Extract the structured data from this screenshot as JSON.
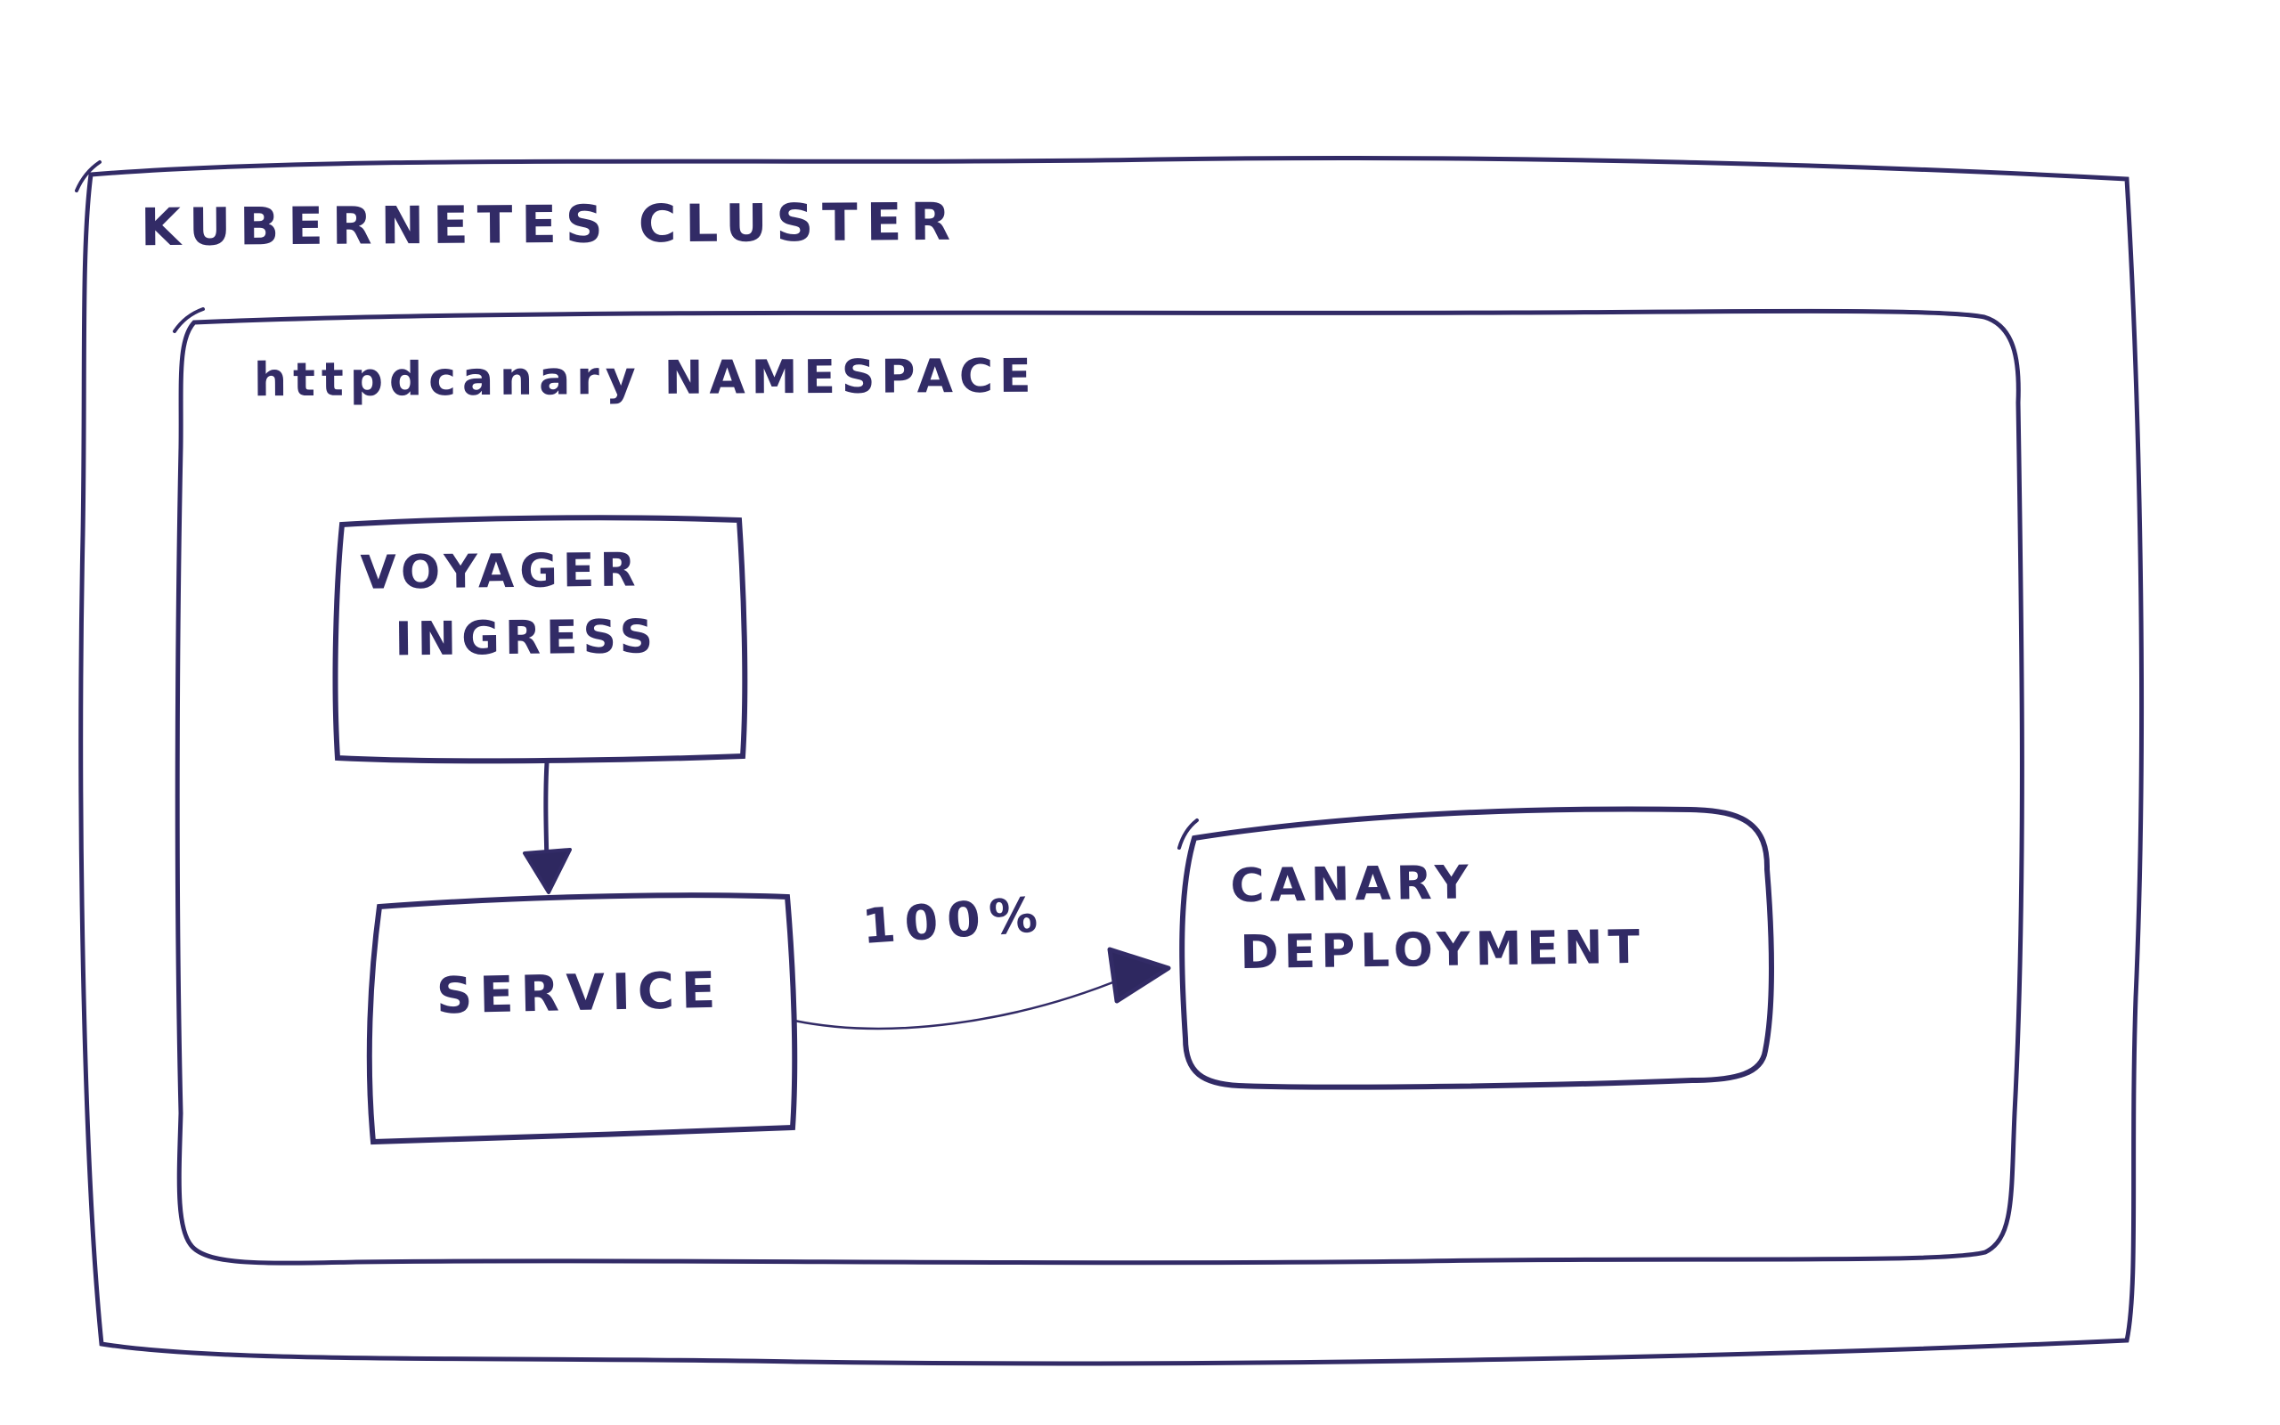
{
  "diagram": {
    "ink_color": "#322b66",
    "cluster": {
      "label": "KUBERNETES CLUSTER"
    },
    "namespace": {
      "label": "httpdcanary NAMESPACE"
    },
    "nodes": {
      "voyager_ingress": {
        "lines": [
          "VOYAGER",
          "INGRESS"
        ]
      },
      "service": {
        "label": "SERVICE"
      },
      "canary_deployment": {
        "lines": [
          "CANARY",
          "DEPLOYMENT"
        ]
      }
    },
    "edges": {
      "ingress_to_service": {
        "label": ""
      },
      "service_to_deployment": {
        "label": "100%"
      }
    }
  }
}
